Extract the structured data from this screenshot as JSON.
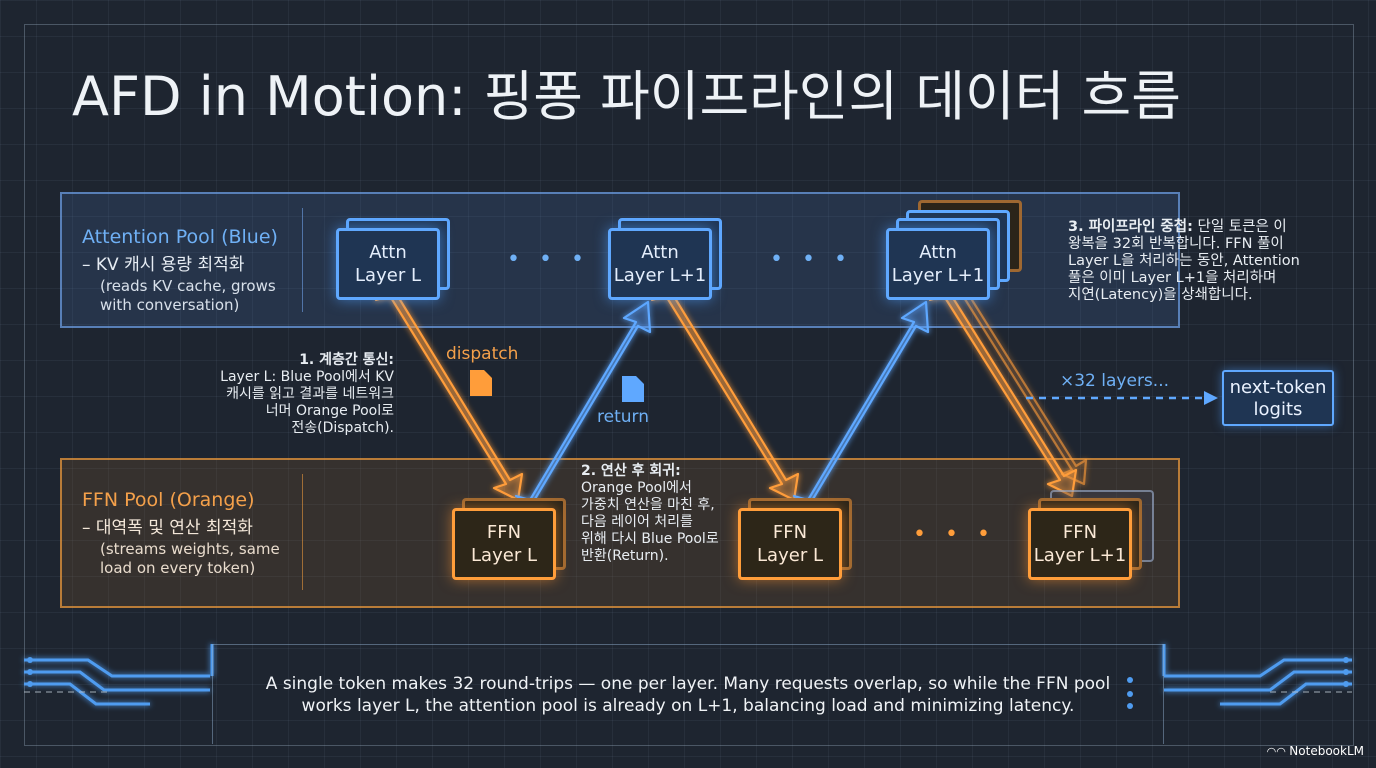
{
  "title": "AFD in Motion: 핑퐁 파이프라인의 데이터 흐름",
  "attention_pool": {
    "name": "Attention Pool (Blue)",
    "sub": "– KV 캐시 용량 최적화",
    "note_1": "(reads KV cache, grows",
    "note_2": "with conversation)"
  },
  "ffn_pool": {
    "name": "FFN Pool (Orange)",
    "sub": "– 대역폭 및 연산 최적화",
    "note_1": "(streams weights, same",
    "note_2": "load on every token)"
  },
  "attn_cards": [
    {
      "line1": "Attn",
      "line2": "Layer L"
    },
    {
      "line1": "Attn",
      "line2": "Layer L+1"
    },
    {
      "line1": "Attn",
      "line2": "Layer L+1"
    }
  ],
  "ffn_cards": [
    {
      "line1": "FFN",
      "line2": "Layer L"
    },
    {
      "line1": "FFN",
      "line2": "Layer L"
    },
    {
      "line1": "FFN",
      "line2": "Layer L+1"
    }
  ],
  "ellipsis": "• • •",
  "labels": {
    "dispatch": "dispatch",
    "return": "return",
    "layers": "×32 layers...",
    "next_token_1": "next-token",
    "next_token_2": "logits"
  },
  "note1": {
    "heading": "1. 계층간 통신:",
    "l1": "Layer L: Blue Pool에서 KV",
    "l2": "캐시를 읽고 결과를 네트워크",
    "l3": "너머 Orange Pool로",
    "l4": "전송(Dispatch)."
  },
  "note2": {
    "heading": "2. 연산 후 회귀:",
    "l1": "Orange Pool에서",
    "l2": "가중치 연산을 마친 후,",
    "l3": "다음 레이어 처리를",
    "l4": "위해 다시 Blue Pool로",
    "l5": "반환(Return)."
  },
  "note3": {
    "heading": "3. 파이프라인 중첩:",
    "l1_rest": " 단일 토큰은 이",
    "l2": "왕복을 32회 반복합니다. FFN 풀이",
    "l3": "Layer L을 처리하는 동안, Attention",
    "l4": "풀은 이미 Layer L+1을 처리하며",
    "l5": "지연(Latency)을 상쇄합니다."
  },
  "footer": {
    "line1": "A single token makes 32 round-trips — one per layer. Many requests overlap, so while the FFN pool",
    "line2": "works layer L, the attention pool is already on L+1, balancing load and minimizing latency."
  },
  "brand": "NotebookLM",
  "colors": {
    "blue": "#5fa8ff",
    "orange": "#ff9d3a",
    "background": "#1e2530"
  }
}
